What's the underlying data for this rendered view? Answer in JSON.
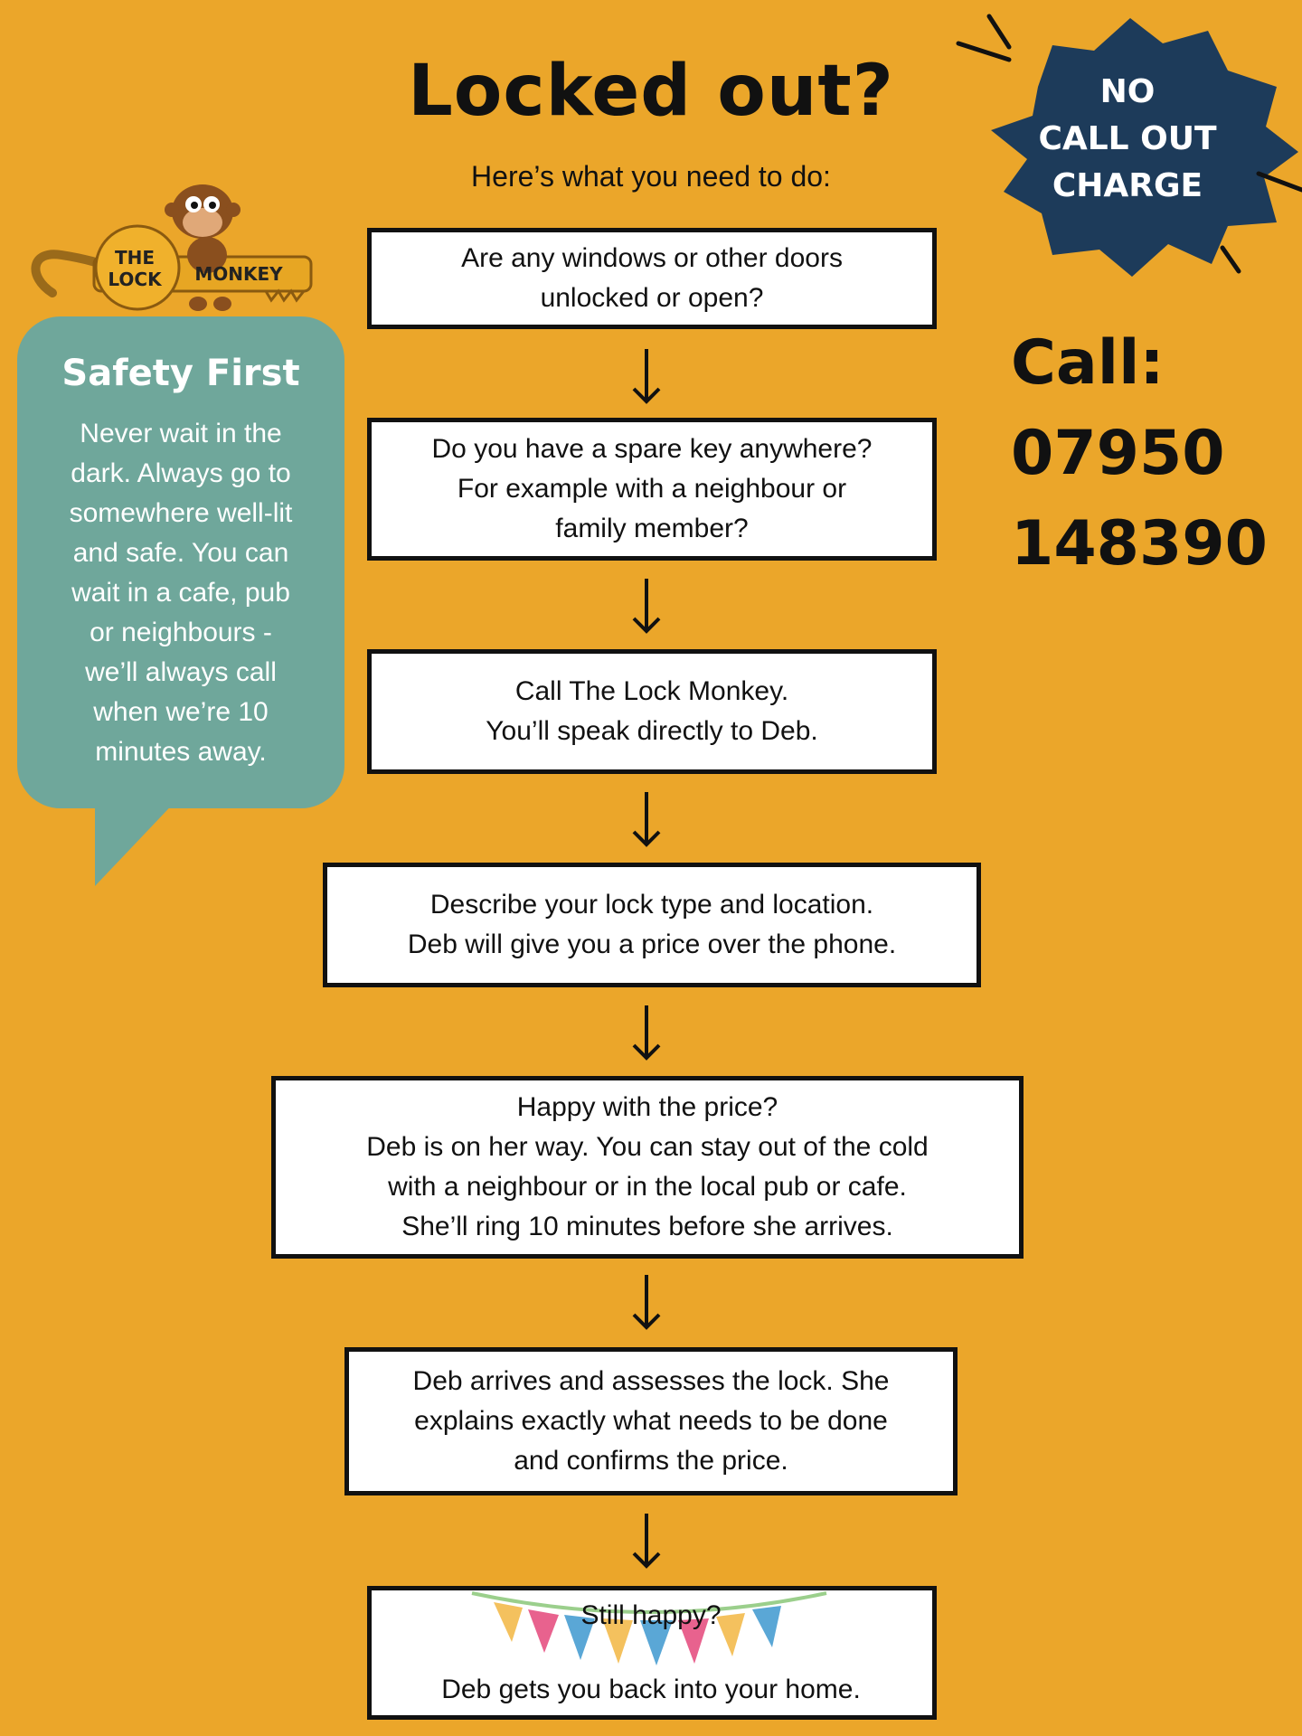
{
  "title": "Locked out?",
  "subtitle": "Here’s what you need to do:",
  "steps": [
    {
      "lines": [
        "Are any windows or other doors",
        "unlocked or open?"
      ]
    },
    {
      "lines": [
        "Do you have a spare key anywhere?",
        "For example with a neighbour or",
        "family member?"
      ]
    },
    {
      "lines": [
        "Call The Lock Monkey.",
        "You’ll speak directly to Deb."
      ]
    },
    {
      "lines": [
        "Describe your lock type and location.",
        "Deb will give you a price over the phone."
      ]
    },
    {
      "lines": [
        "Happy with the price?",
        "Deb is on her way. You can stay out of the cold",
        "with a neighbour or in the local pub or cafe.",
        "She’ll ring 10 minutes before she arrives."
      ]
    },
    {
      "lines": [
        "Deb arrives and assesses the lock. She",
        "explains exactly what needs to be done",
        "and confirms the price."
      ]
    },
    {
      "lines": [
        "Still happy?",
        "Deb gets you back into your home."
      ]
    }
  ],
  "safety": {
    "title": "Safety First",
    "lines": [
      "Never wait in the",
      "dark. Always go to",
      "somewhere well-lit",
      "and safe. You can",
      "wait in a cafe, pub",
      "or neighbours -",
      "we’ll always call",
      "when we’re 10",
      "minutes away."
    ]
  },
  "badge": {
    "lines": [
      "NO",
      "CALL OUT",
      "CHARGE"
    ]
  },
  "call": {
    "label": "Call:",
    "number_line1": "07950",
    "number_line2": "148390"
  },
  "logo": {
    "line1": "THE",
    "line2": "LOCK",
    "line3": "MONKEY"
  },
  "colors": {
    "background": "#eba62a",
    "bubble": "#6fa79b",
    "badge": "#1d3b5a",
    "key": "#e7a623",
    "monkey": "#8a4f1e"
  }
}
